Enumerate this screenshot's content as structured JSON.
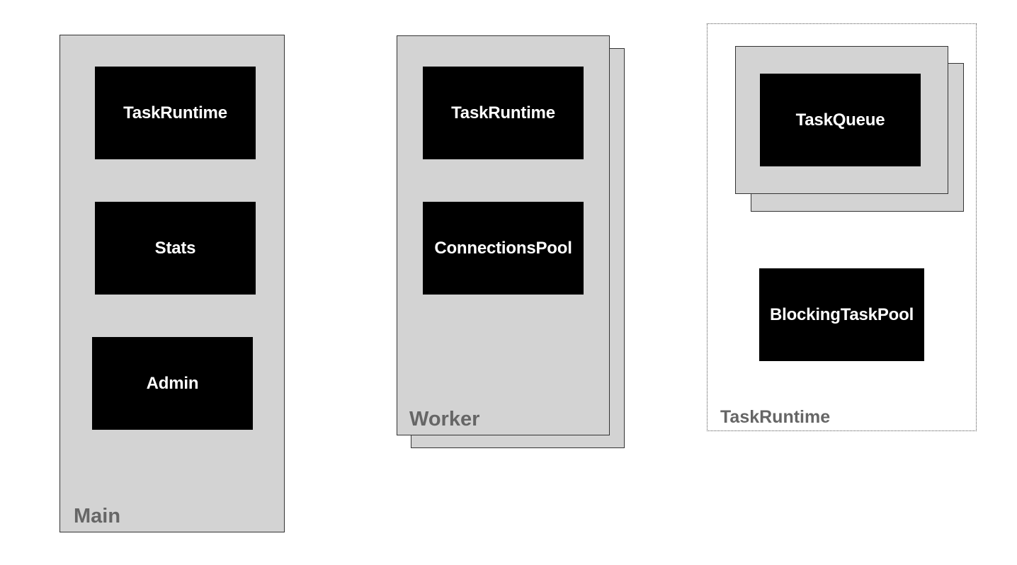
{
  "containers": {
    "main": {
      "label": "Main",
      "blocks": [
        "TaskRuntime",
        "Stats",
        "Admin"
      ]
    },
    "worker": {
      "label": "Worker",
      "blocks": [
        "TaskRuntime",
        "ConnectionsPool"
      ]
    },
    "taskruntime": {
      "label": "TaskRuntime",
      "queue_group": {
        "blocks": [
          "TaskQueue"
        ]
      },
      "blocks": [
        "BlockingTaskPool"
      ]
    }
  },
  "colors": {
    "container_fill": "#d3d3d3",
    "block_fill": "#000000",
    "block_text": "#ffffff",
    "container_label": "#666666",
    "border": "#333333"
  }
}
